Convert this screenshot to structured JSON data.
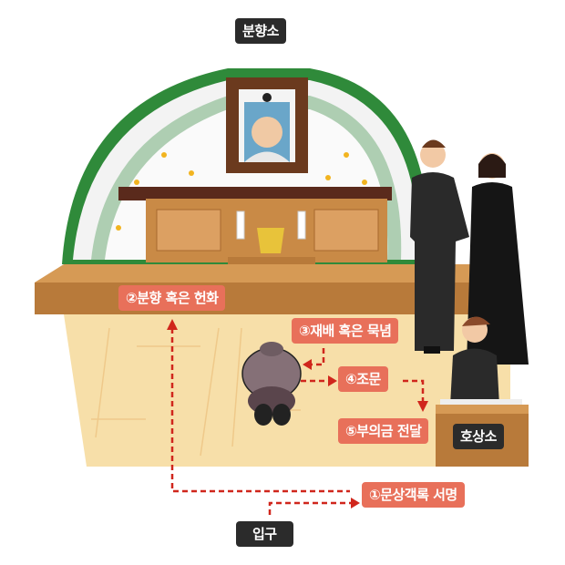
{
  "title": "분향소",
  "entrance": "입구",
  "reception": "호상소",
  "steps": [
    {
      "label": "①문상객록 서명"
    },
    {
      "label": "②분향 혹은 헌화"
    },
    {
      "label": "③재배 혹은 묵념"
    },
    {
      "label": "④조문"
    },
    {
      "label": "⑤부의금 전달"
    }
  ],
  "colors": {
    "step": "#e8705a",
    "dark_label": "#2b2b2b",
    "arrow": "#d0261c",
    "floor": "#f7dfa9",
    "wood": "#b87a3a"
  }
}
